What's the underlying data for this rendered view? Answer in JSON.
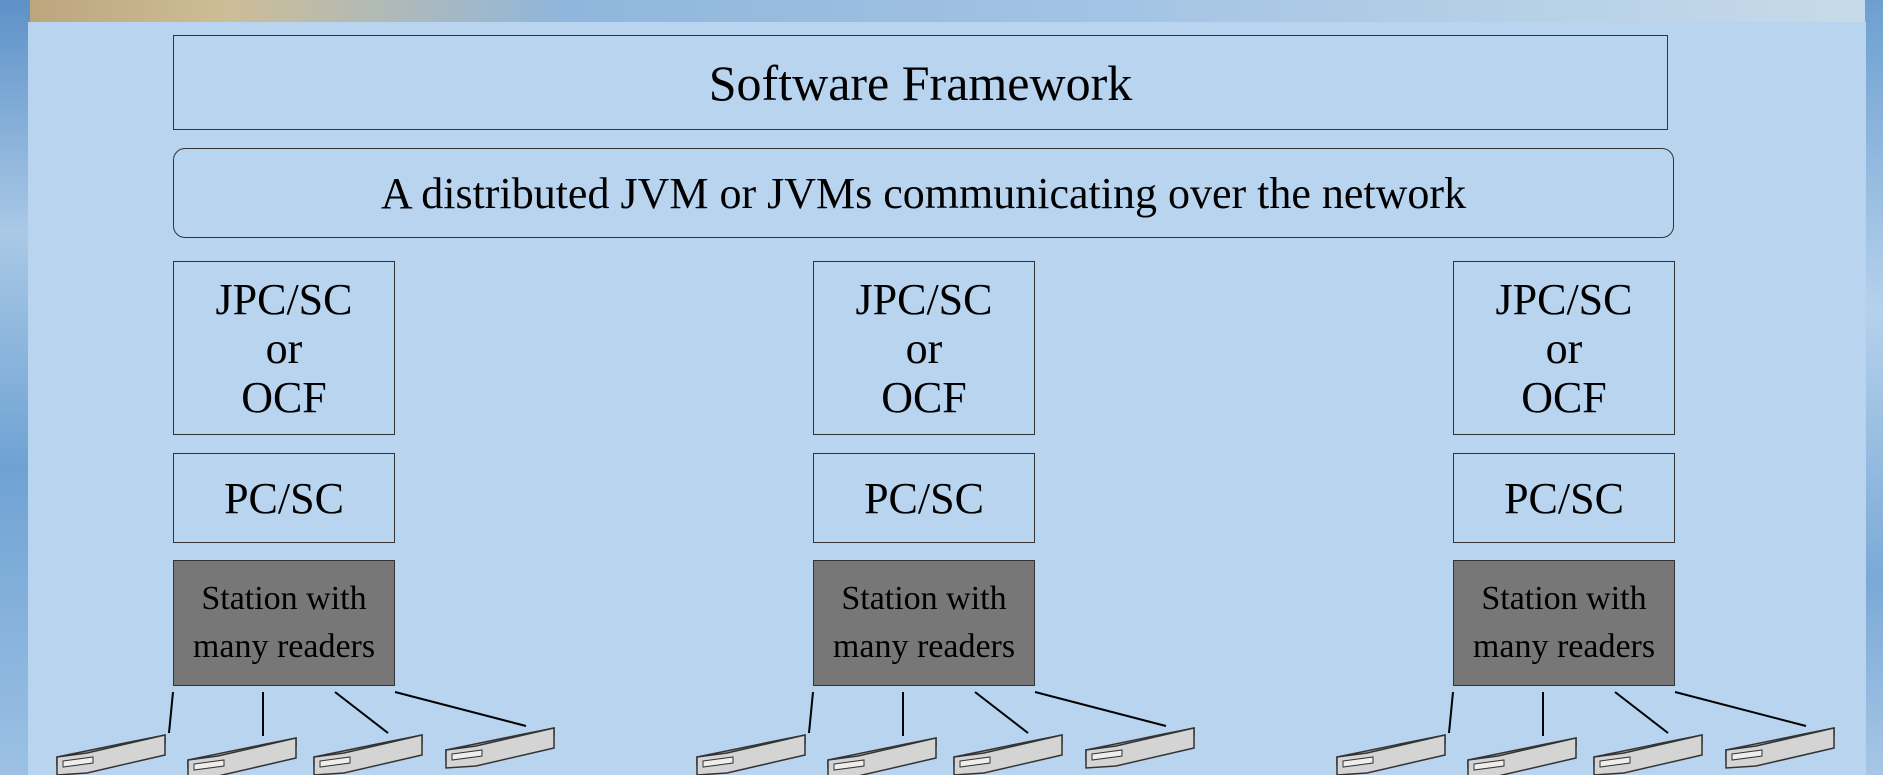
{
  "diagram": {
    "title": "Software Framework",
    "jvm_layer": "A distributed JVM or JVMs communicating over the network",
    "stations": [
      {
        "api": [
          "JPC/SC",
          "or",
          "OCF"
        ],
        "driver": "PC/SC",
        "station": [
          "Station with",
          "many readers"
        ],
        "readers": 4
      },
      {
        "api": [
          "JPC/SC",
          "or",
          "OCF"
        ],
        "driver": "PC/SC",
        "station": [
          "Station with",
          "many readers"
        ],
        "readers": 4
      },
      {
        "api": [
          "JPC/SC",
          "or",
          "OCF"
        ],
        "driver": "PC/SC",
        "station": [
          "Station with",
          "many readers"
        ],
        "readers": 4
      }
    ]
  },
  "colors": {
    "panel": "#b9d4ef",
    "station_fill": "#777777",
    "reader_fill": "#c8c8c8",
    "border": "#333333"
  },
  "icons": {
    "reader": "card-reader-icon"
  }
}
